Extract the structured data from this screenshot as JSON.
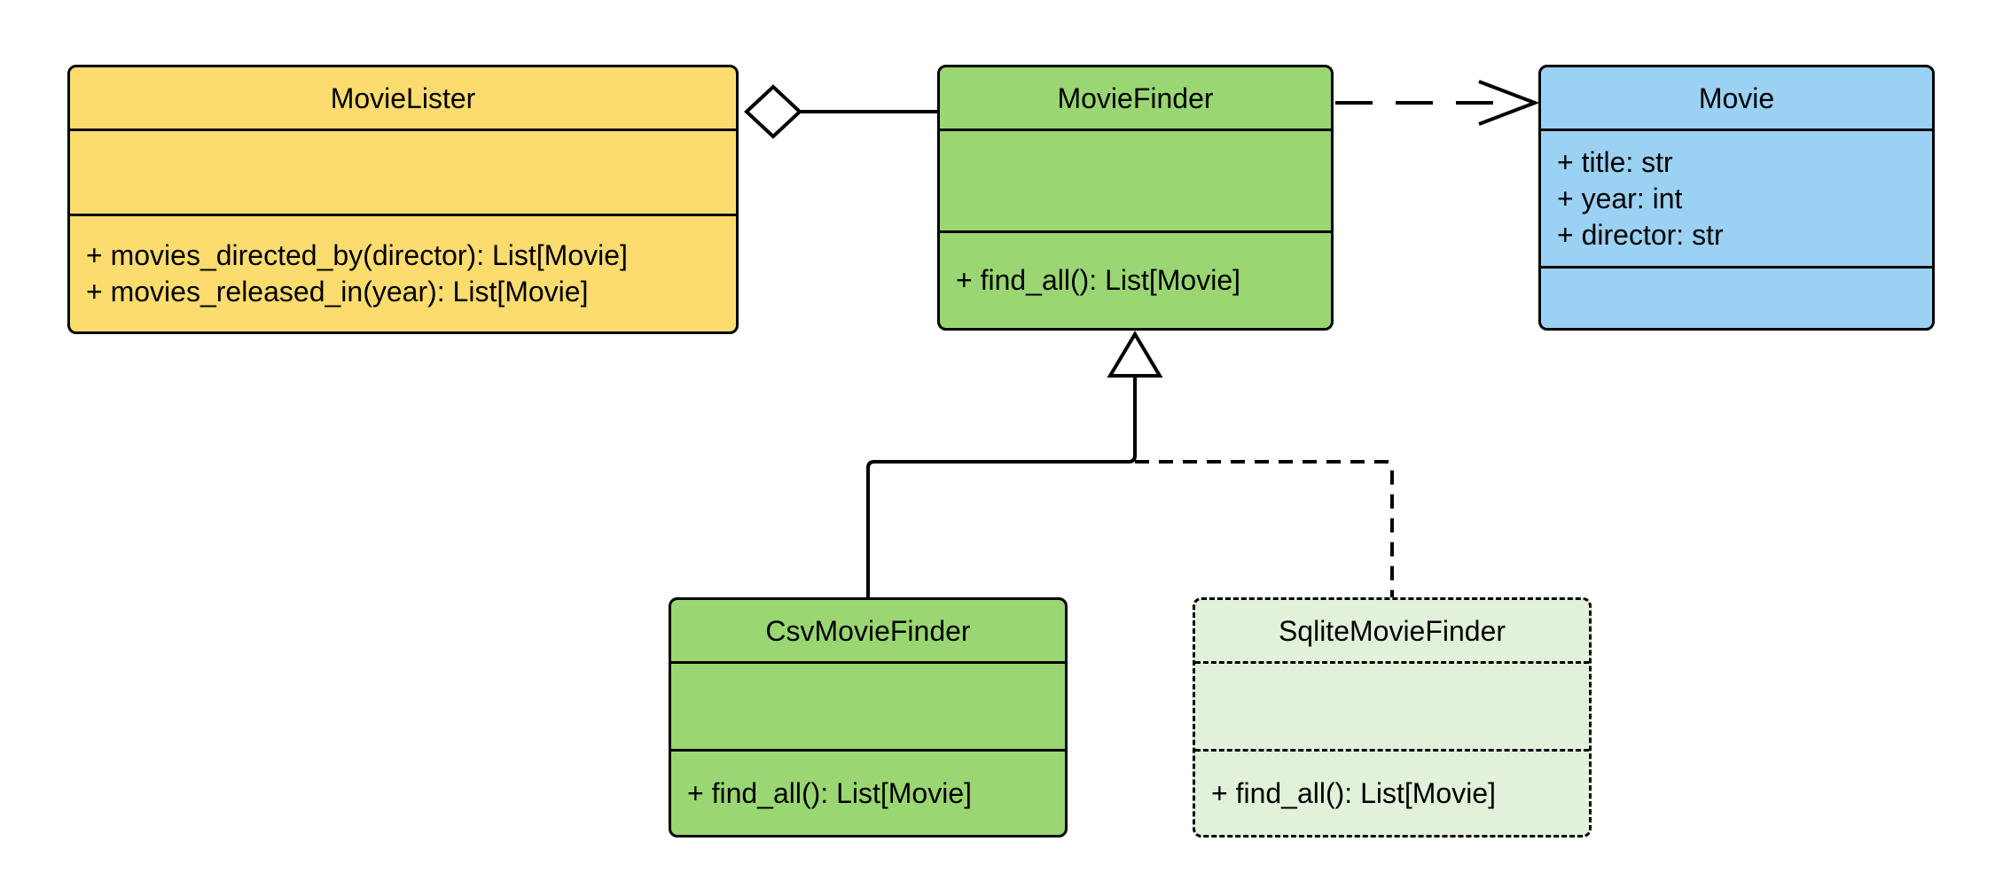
{
  "diagram": {
    "type": "uml-class-diagram",
    "background": "#FFFFFF",
    "stroke_color": "#000000",
    "classes": [
      {
        "name": "MovieLister",
        "fill": "#FCDC6F",
        "border": "solid",
        "attributes": [],
        "methods": [
          "+ movies_directed_by(director): List[Movie]",
          "+ movies_released_in(year): List[Movie]"
        ]
      },
      {
        "name": "MovieFinder",
        "fill": "#9AD672",
        "border": "solid",
        "attributes": [],
        "methods": [
          "+ find_all(): List[Movie]"
        ]
      },
      {
        "name": "Movie",
        "fill": "#9BD1F2",
        "border": "solid",
        "attributes": [
          "+ title: str",
          "+ year: int",
          "+ director: str"
        ],
        "methods": []
      },
      {
        "name": "CsvMovieFinder",
        "fill": "#9AD672",
        "border": "solid",
        "attributes": [],
        "methods": [
          "+ find_all(): List[Movie]"
        ]
      },
      {
        "name": "SqliteMovieFinder",
        "fill": "#E2F1D9",
        "border": "dashed",
        "attributes": [],
        "methods": [
          "+ find_all(): List[Movie]"
        ]
      }
    ],
    "relationships": [
      {
        "type": "aggregation",
        "from": "MovieLister",
        "to": "MovieFinder",
        "line": "solid",
        "marker": "hollow-diamond"
      },
      {
        "type": "dependency",
        "from": "MovieFinder",
        "to": "Movie",
        "line": "dashed",
        "marker": "open-arrow"
      },
      {
        "type": "generalization",
        "from": "CsvMovieFinder",
        "to": "MovieFinder",
        "line": "solid",
        "marker": "hollow-triangle"
      },
      {
        "type": "generalization",
        "from": "SqliteMovieFinder",
        "to": "MovieFinder",
        "line": "dashed",
        "marker": "hollow-triangle"
      }
    ]
  }
}
